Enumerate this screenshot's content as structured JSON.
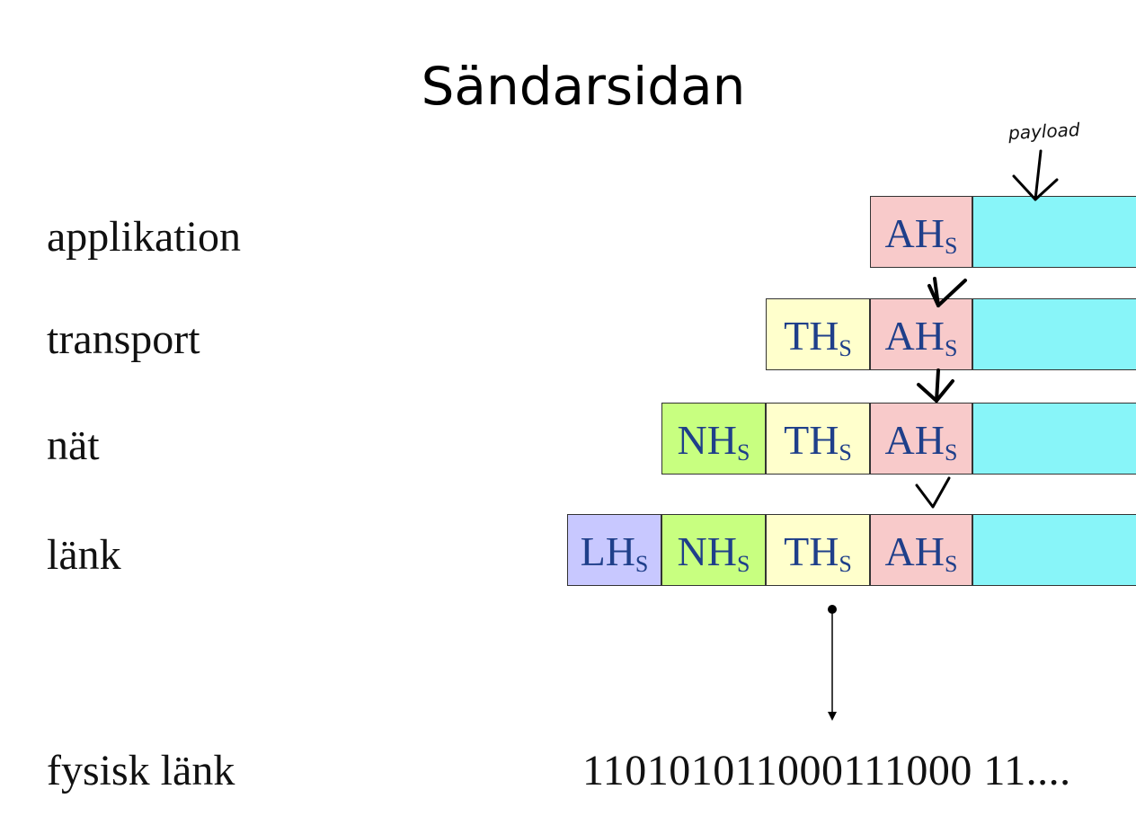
{
  "title": "Sändarsidan",
  "annotation": "payload",
  "layers": {
    "application": "applikation",
    "transport": "transport",
    "network": "nät",
    "link": "länk",
    "physical": "fysisk länk"
  },
  "headers": {
    "ah": {
      "main": "AH",
      "sub": "S"
    },
    "th": {
      "main": "TH",
      "sub": "S"
    },
    "nh": {
      "main": "NH",
      "sub": "S"
    },
    "lh": {
      "main": "LH",
      "sub": "S"
    }
  },
  "bitstream": "110101011000111000 11....",
  "colors": {
    "payload": "#88f5f9",
    "ah": "#f8caca",
    "th": "#ffffcc",
    "nh": "#c8ff80",
    "lh": "#c8c8ff",
    "header_text": "#1f3f8a"
  }
}
